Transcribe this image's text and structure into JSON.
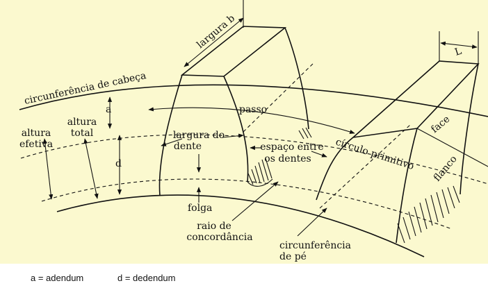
{
  "labels": {
    "circunferencia_cabeca": "circunferência de cabeça",
    "largura_b": "largura b",
    "L": "L",
    "altura_efetiva_1": "altura",
    "altura_efetiva_2": "efetiva",
    "altura_total_1": "altura",
    "altura_total_2": "total",
    "a": "a",
    "d": "d",
    "passo": "passo",
    "largura_dente_1": "largura do",
    "largura_dente_2": "dente",
    "espaco_1": "espaço entre",
    "espaco_2": "os dentes",
    "circulo_primitivo": "círculo primitivo",
    "face": "face",
    "flanco": "flanco",
    "folga": "folga",
    "raio_1": "raio de",
    "raio_2": "concordância",
    "pe_1": "circunferência",
    "pe_2": "de pé"
  },
  "legend": {
    "a_def": "a = adendum",
    "d_def": "d = dedendum"
  },
  "colors": {
    "background": "#fbf9cf",
    "ink": "#111111"
  }
}
